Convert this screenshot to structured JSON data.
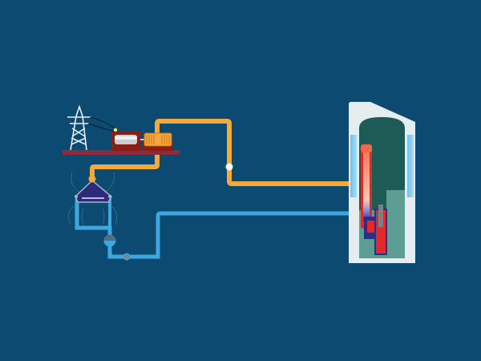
{
  "diagram": {
    "subject": "",
    "colors": {
      "background": "#0c4a72",
      "steam_pipe": "#f4a93c",
      "water_pipe": "#3ea7e0",
      "platform": "#8a2c3c",
      "reactor_building": "#e6edf1",
      "containment": "#1e5a56",
      "pool": "#5e9d92",
      "core_hot": "#e02a2a",
      "core_cold": "#2a2f8a"
    },
    "components": [
      {
        "id": "transmission-tower",
        "icon": "power-pylon-icon"
      },
      {
        "id": "generator",
        "icon": "generator-icon"
      },
      {
        "id": "turbine",
        "icon": "turbine-icon"
      },
      {
        "id": "condenser",
        "icon": "condenser-icon"
      },
      {
        "id": "feedwater-pump",
        "icon": "pump-icon"
      },
      {
        "id": "valve",
        "icon": "valve-icon"
      },
      {
        "id": "reactor-module",
        "icon": "reactor-icon"
      }
    ]
  }
}
